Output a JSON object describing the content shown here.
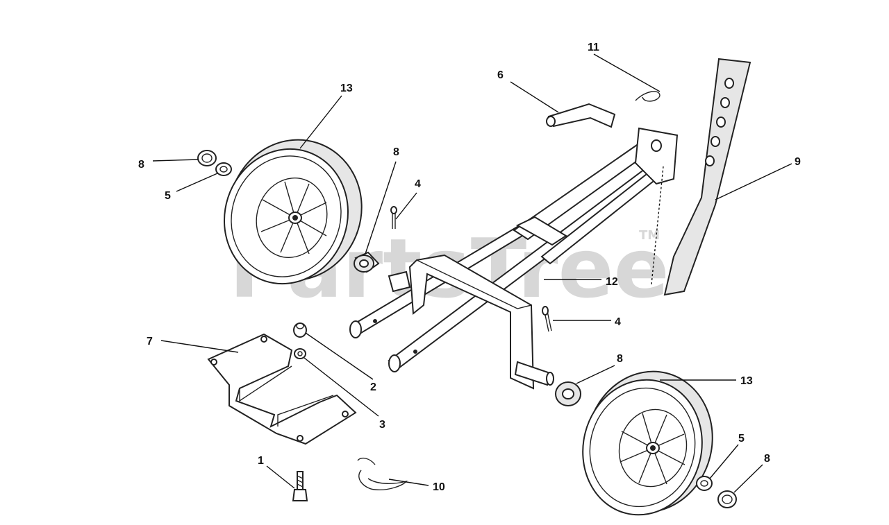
{
  "watermark": {
    "text": "PartsTree",
    "trademark": "TM"
  },
  "colors": {
    "line": "#222222",
    "shade": "#e6e6e6",
    "watermark": "#c9c9c9"
  },
  "callouts": [
    {
      "id": "c13a",
      "label": "13"
    },
    {
      "id": "c8a",
      "label": "8"
    },
    {
      "id": "c5a",
      "label": "5"
    },
    {
      "id": "c8b",
      "label": "8"
    },
    {
      "id": "c4a",
      "label": "4"
    },
    {
      "id": "c6",
      "label": "6"
    },
    {
      "id": "c11",
      "label": "11"
    },
    {
      "id": "c9",
      "label": "9"
    },
    {
      "id": "c12",
      "label": "12"
    },
    {
      "id": "c4b",
      "label": "4"
    },
    {
      "id": "c8c",
      "label": "8"
    },
    {
      "id": "c13b",
      "label": "13"
    },
    {
      "id": "c7",
      "label": "7"
    },
    {
      "id": "c2",
      "label": "2"
    },
    {
      "id": "c3",
      "label": "3"
    },
    {
      "id": "c1",
      "label": "1"
    },
    {
      "id": "c10",
      "label": "10"
    },
    {
      "id": "c5b",
      "label": "5"
    },
    {
      "id": "c8d",
      "label": "8"
    }
  ]
}
